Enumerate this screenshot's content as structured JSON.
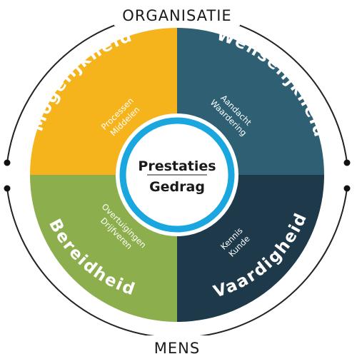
{
  "outer": {
    "top_label": "ORGANISATIE",
    "bottom_label": "MENS"
  },
  "center": {
    "line1": "Prestaties",
    "line2": "Gedrag"
  },
  "quadrants": {
    "top_left": {
      "title": "Mogelijkheid",
      "sub1": "Processen",
      "sub2": "Middelen",
      "color": "#f5b31c"
    },
    "top_right": {
      "title": "Wenselijkheid",
      "sub1": "Aandacht",
      "sub2": "Waardering",
      "color": "#2e5f73"
    },
    "bottom_left": {
      "title": "Bereidheid",
      "sub1": "Overtuigingen",
      "sub2": "Drijfveren",
      "color": "#8dae4c"
    },
    "bottom_right": {
      "title": "Vaardigheid",
      "sub1": "Kennis",
      "sub2": "Kunde",
      "color": "#1e3a4a"
    }
  },
  "colors": {
    "center_ring": "#1aa6df",
    "outer_ring": "#222222",
    "label_text": "#1a1a1a"
  }
}
